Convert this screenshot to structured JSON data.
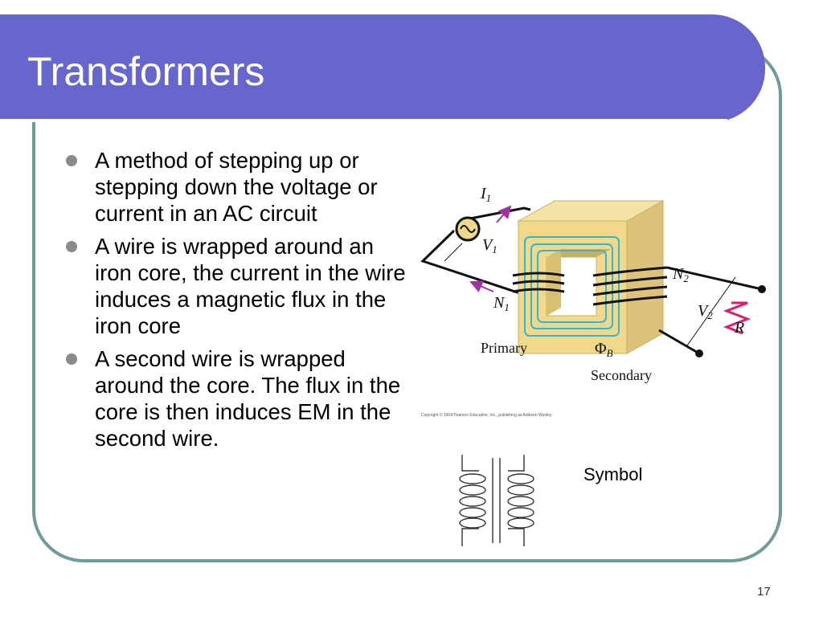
{
  "slide": {
    "title": "Transformers",
    "bullets": [
      "A method of stepping up or stepping down the voltage or current in an AC circuit",
      "A wire is wrapped around an iron core, the current in the wire induces a magnetic flux in the iron core",
      "A second wire is wrapped around the core. The flux in the core is then induces EM in the second wire."
    ],
    "page_number": "17",
    "colors": {
      "title_bar": "#6666cc",
      "frame_border": "#6f9b9b",
      "core": "#f0d98a",
      "flux": "#33b5d6",
      "resistor": "#d6206e",
      "arrow": "#a033a0"
    }
  },
  "figure": {
    "labels": {
      "I1": "I",
      "I1_sub": "1",
      "V1": "V",
      "V1_sub": "1",
      "N1": "N",
      "N1_sub": "1",
      "N2": "N",
      "N2_sub": "2",
      "V2": "V",
      "V2_sub": "2",
      "R": "R",
      "primary": "Primary",
      "phi": "Φ",
      "phi_sub": "B",
      "secondary": "Secondary"
    },
    "copyright": "Copyright © 2004 Pearson Education, Inc., publishing as Addison Wesley.",
    "symbol_label": "Symbol"
  }
}
